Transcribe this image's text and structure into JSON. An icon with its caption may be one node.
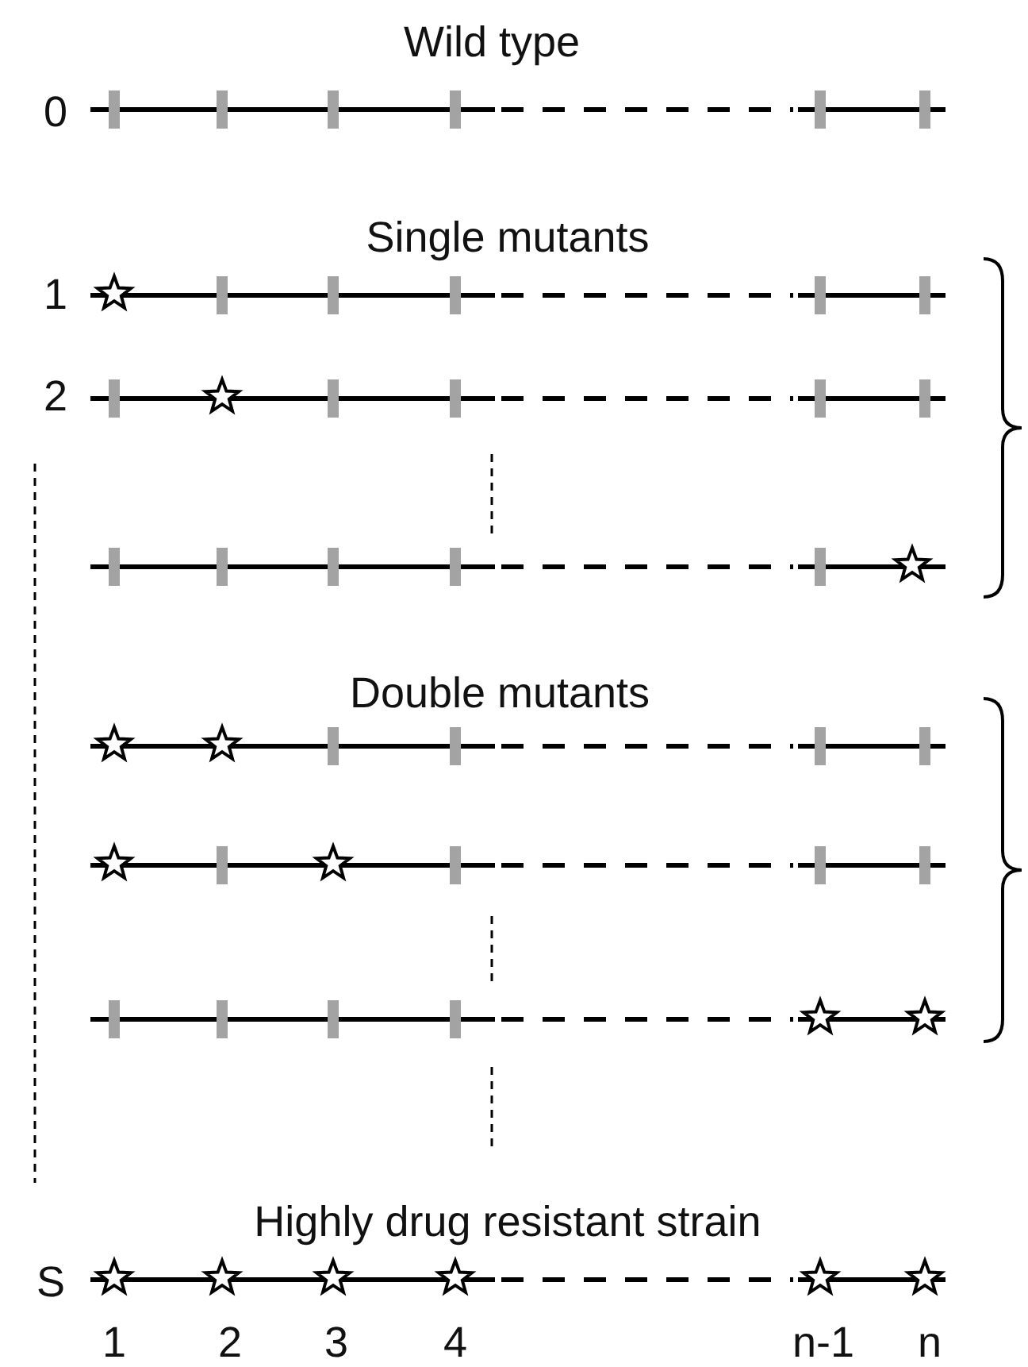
{
  "diagram": {
    "labels": [
      "Wild type",
      "0",
      "Single mutants",
      "1",
      "2",
      "Double mutants",
      "Highly drug resistant strain",
      "S",
      "1",
      "2",
      "3",
      "4",
      "n-1",
      "n"
    ]
  }
}
